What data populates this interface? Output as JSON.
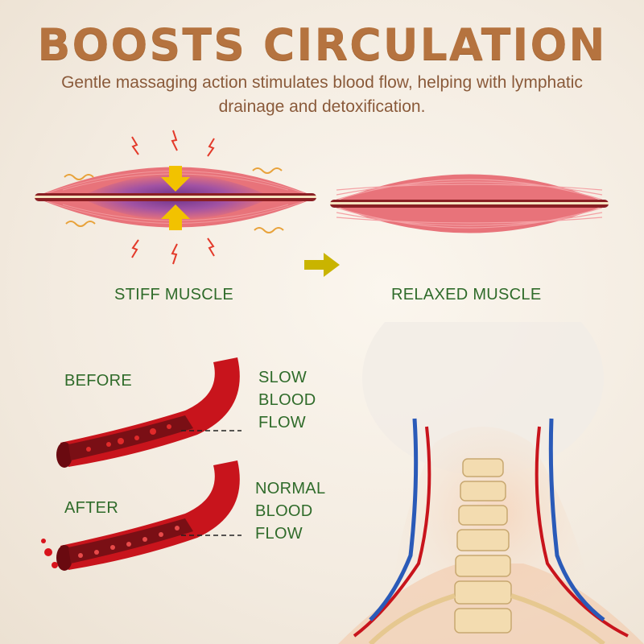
{
  "heading": {
    "title": "BOOSTS CIRCULATION",
    "subtitle": "Gentle massaging action stimulates blood flow, helping with lymphatic drainage and detoxification."
  },
  "muscles": {
    "stiff_label": "STIFF MUSCLE",
    "relaxed_label": "RELAXED MUSCLE"
  },
  "vessels": {
    "before_label": "BEFORE",
    "after_label": "AFTER",
    "slow_lines": [
      "SLOW",
      "BLOOD",
      "FLOW"
    ],
    "normal_lines": [
      "NORMAL",
      "BLOOD",
      "FLOW"
    ]
  },
  "colors": {
    "title": "#b5733f",
    "subtitle": "#8a5a3a",
    "label": "#2f6b2a",
    "muscle": "#e8737a",
    "vessel": "#c8141c",
    "arrow": "#f2c200"
  }
}
